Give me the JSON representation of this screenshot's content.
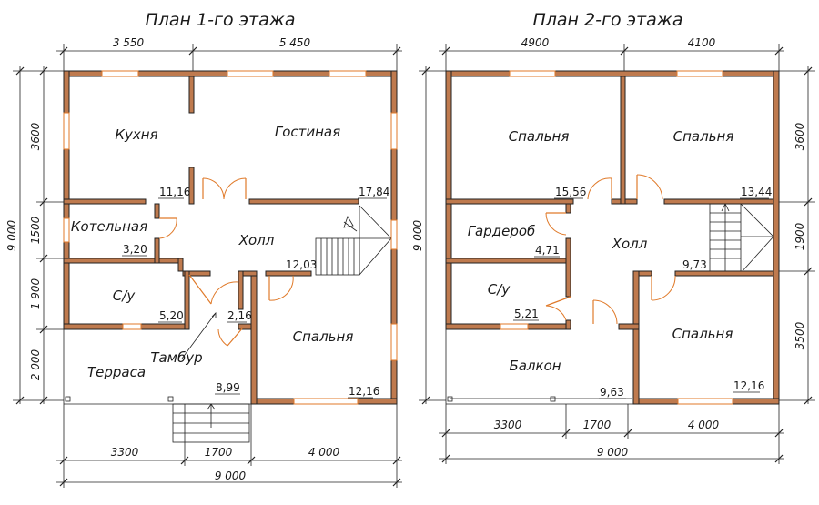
{
  "floor1": {
    "title": "План 1-го этажа",
    "rooms": {
      "kitchen": "Кухня",
      "living": "Гостиная",
      "boiler": "Котельная",
      "hall": "Холл",
      "bath": "С/у",
      "tambour": "Тамбур",
      "terrace": "Терраса",
      "bedroom": "Спальня"
    },
    "areas": {
      "kitchen": "11,16",
      "living": "17,84",
      "boiler": "3,20",
      "hall": "12,03",
      "bath": "5,20",
      "tambour": "2,16",
      "terrace": "8,99",
      "bedroom": "12,16"
    },
    "dims": {
      "top_left": "3 550",
      "top_right": "5 450",
      "left_total": "9 000",
      "left_1": "3600",
      "left_2": "1500",
      "left_3": "1 900",
      "left_4": "2 000",
      "bottom_1": "3300",
      "bottom_2": "1700",
      "bottom_3": "4 000",
      "bottom_total": "9 000"
    }
  },
  "floor2": {
    "title": "План 2-го этажа",
    "rooms": {
      "bedroom_tl": "Спальня",
      "bedroom_tr": "Спальня",
      "wardrobe": "Гардероб",
      "hall": "Холл",
      "bath": "С/у",
      "balcony": "Балкон",
      "bedroom_br": "Спальня"
    },
    "areas": {
      "bedroom_tl": "15,56",
      "bedroom_tr": "13,44",
      "wardrobe": "4,71",
      "hall": "9,73",
      "bath": "5,21",
      "balcony": "9,63",
      "bedroom_br": "12,16"
    },
    "dims": {
      "top_left": "4900",
      "top_right": "4100",
      "left_total": "9 000",
      "right_1": "3600",
      "right_2": "1900",
      "right_3": "3500",
      "bottom_1": "3300",
      "bottom_2": "1700",
      "bottom_3": "4 000",
      "bottom_total": "9 000"
    }
  },
  "colors": {
    "wall": "#bf7a4e",
    "window": "#e07a2a",
    "ink": "#222222"
  }
}
